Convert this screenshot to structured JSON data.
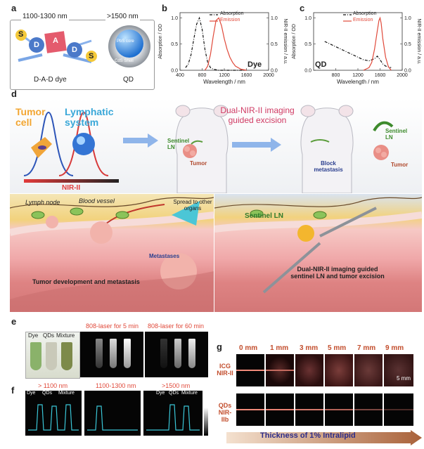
{
  "panel_a": {
    "label": "a",
    "range_dye": "1100-1300 nm",
    "range_qd": ">1500 nm",
    "letters": [
      "S",
      "D",
      "A",
      "D",
      "S"
    ],
    "caption_dye": "D-A-D dye",
    "caption_qd": "QD",
    "core_label": "PbS core",
    "shell_label": "CdS Shell"
  },
  "panel_b": {
    "label": "b",
    "tag": "Dye",
    "legend": [
      "Absorption",
      "Emission"
    ],
    "ylabel_left": "Absorption / OD",
    "ylabel_right": "NIR-II emission / a.u.",
    "xlabel": "Wavelength / nm"
  },
  "panel_c": {
    "label": "c",
    "tag": "QD",
    "legend": [
      "Absorption",
      "Emission"
    ],
    "ylabel_left": "Absorption / OD",
    "ylabel_right": "NIR-II emission / a.u.",
    "xlabel": "Wavelength / nm"
  },
  "chart_data": [
    {
      "type": "line",
      "title": "",
      "xlabel": "Wavelength / nm",
      "ylabel": "Absorption / OD",
      "y2label": "NIR-II emission / a.u.",
      "xlim": [
        400,
        2000
      ],
      "ylim": [
        0,
        1.1
      ],
      "xticks": [
        400,
        800,
        1200,
        1600,
        2000
      ],
      "yticks": [
        0.0,
        0.5,
        1.0
      ],
      "y2ticks": [
        0.0,
        0.5,
        1.0
      ],
      "annotation": "Dye",
      "legend_position": "top-right",
      "series": [
        {
          "name": "Absorption",
          "color": "#111111",
          "style": "dash-dot",
          "x": [
            500,
            550,
            600,
            650,
            700,
            750,
            800,
            850,
            900,
            950,
            1000,
            1100,
            1300,
            1600
          ],
          "y": [
            0.05,
            0.12,
            0.3,
            0.6,
            0.88,
            1.0,
            0.78,
            0.4,
            0.15,
            0.05,
            0.02,
            0.0,
            0.0,
            0.0
          ]
        },
        {
          "name": "Emission",
          "color": "#e0493a",
          "style": "solid",
          "x": [
            850,
            900,
            950,
            1000,
            1050,
            1100,
            1150,
            1200,
            1250,
            1300,
            1350,
            1400,
            1500,
            1600
          ],
          "y": [
            0.0,
            0.08,
            0.3,
            0.65,
            0.95,
            1.0,
            0.85,
            0.6,
            0.4,
            0.25,
            0.15,
            0.08,
            0.02,
            0.0
          ]
        }
      ]
    },
    {
      "type": "line",
      "title": "",
      "xlabel": "Wavelength / nm",
      "ylabel": "Absorption / OD",
      "y2label": "NIR-II emission / a.u.",
      "xlim": [
        400,
        2000
      ],
      "ylim": [
        0,
        1.1
      ],
      "xticks": [
        800,
        1200,
        1600,
        2000
      ],
      "yticks": [
        0.0,
        0.5,
        1.0
      ],
      "y2ticks": [
        0.0,
        0.5,
        1.0
      ],
      "annotation": "QD",
      "legend_position": "top-right",
      "series": [
        {
          "name": "Absorption",
          "color": "#111111",
          "style": "dash-dot",
          "x": [
            600,
            700,
            800,
            900,
            1000,
            1100,
            1200,
            1300,
            1400,
            1500,
            1550,
            1600,
            1650,
            1700,
            1800
          ],
          "y": [
            0.55,
            0.5,
            0.45,
            0.4,
            0.35,
            0.3,
            0.25,
            0.2,
            0.18,
            0.22,
            0.27,
            0.2,
            0.12,
            0.08,
            0.05
          ]
        },
        {
          "name": "Emission",
          "color": "#e0493a",
          "style": "solid",
          "x": [
            1300,
            1400,
            1450,
            1500,
            1550,
            1580,
            1600,
            1620,
            1650,
            1700,
            1750,
            1800
          ],
          "y": [
            0.0,
            0.05,
            0.15,
            0.4,
            0.75,
            0.95,
            1.0,
            0.9,
            0.6,
            0.25,
            0.07,
            0.0
          ]
        }
      ]
    }
  ],
  "panel_d": {
    "label": "d",
    "tumor_cell": "Tumor cell",
    "lymphatic": "Lymphatic system",
    "nir": "NIR-II",
    "title": "Dual-NIR-II imaging guided excision",
    "sentinel1": "Sentinel LN",
    "tumor1": "Tumor",
    "block": "Block metastasis",
    "sentinel2": "Sentinel LN",
    "tumor2": "Tumor",
    "lymph_node": "Lymph node",
    "blood_vessel": "Blood vessel",
    "spread": "Spread to other organs",
    "metastases": "Metastases",
    "tumor_dev": "Tumor development and metastasis",
    "sentinel_ln": "Sentinel LN",
    "excision": "Dual-NIR-II imaging guided sentinel LN and tumor excision"
  },
  "panel_e": {
    "label": "e",
    "vial_labels": [
      "Dye",
      "QDs",
      "Mixture"
    ],
    "laser5": "808-laser for 5 min",
    "laser60": "808-laser for 60 min"
  },
  "panel_f": {
    "label": "f",
    "filters": [
      "> 1100 nm",
      "1100-1300 nm",
      ">1500 nm"
    ],
    "vial_labels": [
      "Dye",
      "QDs",
      "Mixture"
    ]
  },
  "panel_g": {
    "label": "g",
    "depths": [
      "0 mm",
      "1 mm",
      "3 mm",
      "5 mm",
      "7 mm",
      "9 mm"
    ],
    "row1": "ICG NIR-II",
    "row2": "QDs NIR-IIb",
    "scale": "5 mm",
    "arrow": "Thickness of 1% Intralipid"
  }
}
